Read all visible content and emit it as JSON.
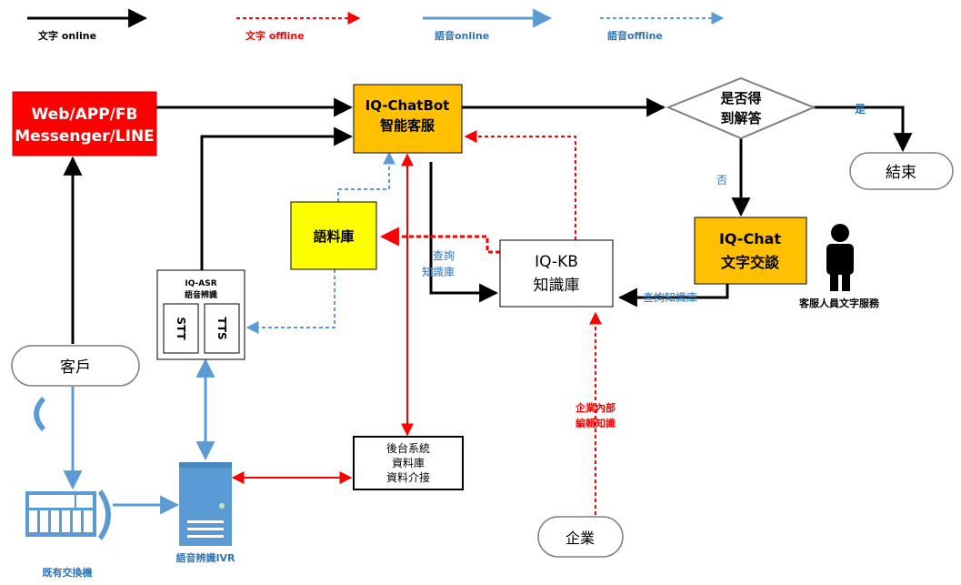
{
  "legend": {
    "text_online": "文字 online",
    "text_offline": "文字 offline",
    "voice_online": "語音online",
    "voice_offline": "語音offline"
  },
  "nodes": {
    "web": [
      "Web/APP/FB",
      "Messenger/LINE"
    ],
    "chatbot": [
      "IQ-ChatBot",
      "智能客服"
    ],
    "decision": [
      "是否得",
      "到解答"
    ],
    "end": "結束",
    "corpus": "語料庫",
    "asr_title": [
      "IQ-ASR",
      "語音辨識"
    ],
    "stt": "STT",
    "tts": "TTS",
    "kb": [
      "IQ-KB",
      "知識庫"
    ],
    "iqchat": [
      "IQ-Chat",
      "文字交談"
    ],
    "agent_label": "客服人員文字服務",
    "customer": "客戶",
    "backend": [
      "後台系統",
      "資料庫",
      "資料介接"
    ],
    "ivr_label": "語音辨識IVR",
    "pbx_label": "既有交換機",
    "enterprise": "企業"
  },
  "edge_labels": {
    "yes": "是",
    "no": "否",
    "query_kb_left": [
      "查詢",
      "知識庫"
    ],
    "query_kb_right": "查詢知識庫",
    "enterprise_edit": [
      "企業內部",
      "編輯知識"
    ]
  },
  "colors": {
    "text_online": "#000000",
    "text_offline": "#ff0000",
    "voice_online": "#5b9bd5",
    "web_fill": "#ff0000",
    "chatbot_fill": "#ffc000",
    "corpus_fill": "#ffff00",
    "iqchat_fill": "#ffc000",
    "ivr_fill": "#5b9bd5",
    "edge_label_blue": "#2e75b6"
  }
}
